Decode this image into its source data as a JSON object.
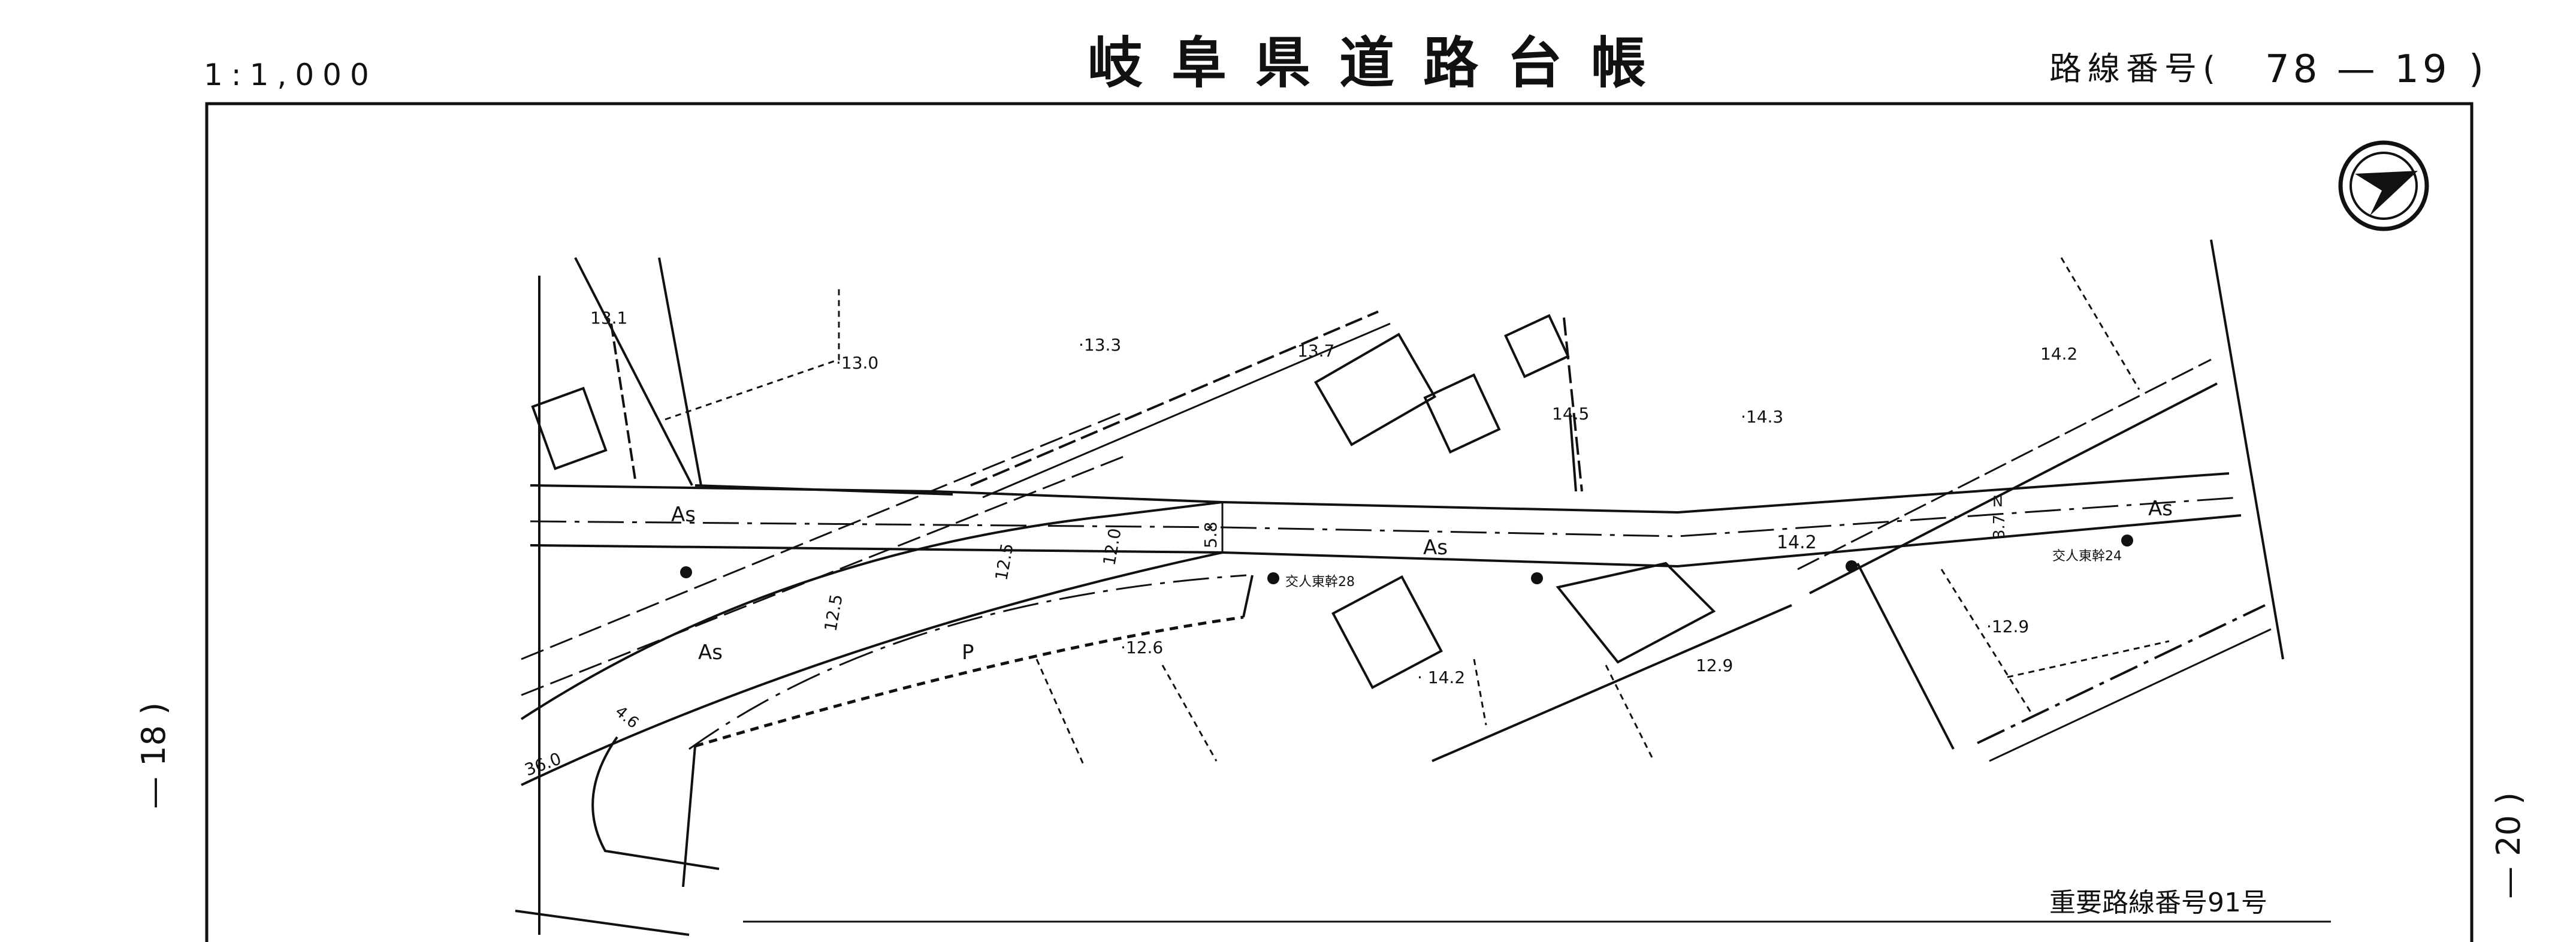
{
  "header": {
    "scale": "1:1,000",
    "title": "岐阜県道路台帳",
    "route_label": "路線番号(",
    "route_value": "78 — 19",
    "route_close": ")"
  },
  "adjacent_sheets": {
    "left": "— 18 )",
    "right": "— 20 )"
  },
  "footer": {
    "important_route": "重要路線番号91号"
  },
  "map_labels": {
    "elev_131": "13.1",
    "elev_130": "·13.0",
    "elev_133": "·13.3",
    "elev_137": "13.7",
    "elev_145": "14.5",
    "elev_143": "·14.3",
    "elev_142_ne": "14.2",
    "elev_142_road": "14.2",
    "elev_142_s": "· 14.2",
    "elev_126": "·12.6",
    "elev_129_mid": "12.9",
    "elev_129_e": "·12.9",
    "surface_as_w": "As",
    "surface_as_sw": "As",
    "surface_as_mid": "As",
    "surface_as_e": "As",
    "surface_p": "P",
    "width_125a": "12.5",
    "width_125b": "12.5",
    "width_120": "12.0",
    "width_58": "5.8",
    "width_37": "3.7",
    "width_46": "4.6",
    "width_360": "36.0",
    "benchmark_28": "交人東幹28",
    "benchmark_24": "交人東幹24",
    "north_mark_n": "N"
  }
}
